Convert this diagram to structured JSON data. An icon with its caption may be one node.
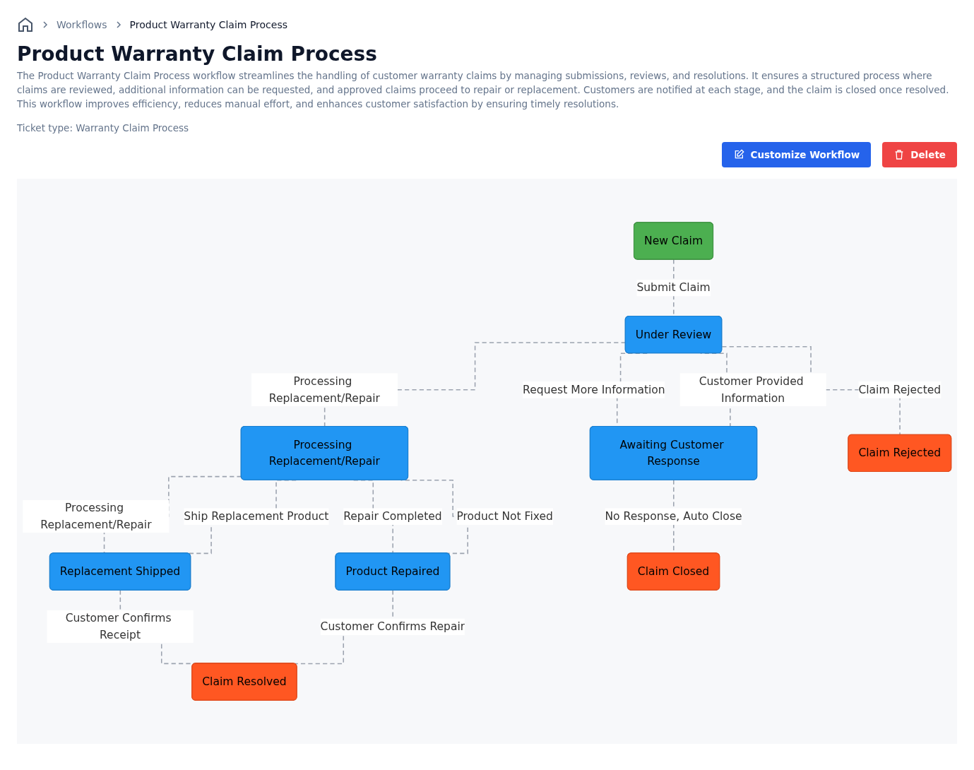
{
  "diagram": {
    "title": "Product Warranty Claim Process",
    "nodes": [
      {
        "text": [
          "New Claim"
        ]
      },
      {
        "text": [
          "Under Review"
        ]
      },
      {
        "text": [
          "Processing Replacement/Repair"
        ]
      },
      {
        "text": [
          "Awaiting Customer Response"
        ]
      },
      {
        "text": [
          "Claim Rejected"
        ]
      },
      {
        "text": [
          "Replacement Shipped"
        ]
      },
      {
        "text": [
          "Product Repaired"
        ]
      },
      {
        "text": [
          "Claim Resolved"
        ]
      },
      {
        "text": [
          "Claim Closed"
        ]
      }
    ],
    "edges": [
      {
        "from": 0,
        "to": 1,
        "arrow": "none",
        "label": "Submit Claim",
        "style": "dashed"
      },
      {
        "from": 1,
        "to": 2,
        "arrow": "none",
        "label": "Processing Replacement/Repair",
        "style": "dashed"
      },
      {
        "from": 1,
        "to": 3,
        "arrow": "none",
        "label": "Request More Information",
        "style": "dashed"
      },
      {
        "from": 3,
        "to": 1,
        "arrow": "none",
        "label": "Customer Provided Information",
        "style": "dashed"
      },
      {
        "from": 1,
        "to": 4,
        "arrow": "none",
        "label": "Claim Rejected",
        "style": "dashed"
      },
      {
        "from": 2,
        "to": 5,
        "arrow": "none",
        "label": "Processing Replacement/Repair",
        "style": "dashed"
      },
      {
        "from": 2,
        "to": 5,
        "arrow": "none",
        "label": "Ship Replacement Product",
        "style": "dashed"
      },
      {
        "from": 2,
        "to": 6,
        "arrow": "none",
        "label": "Repair Completed",
        "style": "dashed"
      },
      {
        "from": 6,
        "to": 2,
        "arrow": "none",
        "label": "Product Not Fixed",
        "style": "dashed"
      },
      {
        "from": 5,
        "to": 7,
        "arrow": "none",
        "label": "Customer Confirms Receipt",
        "style": "dashed"
      },
      {
        "from": 6,
        "to": 7,
        "arrow": "none",
        "label": "Customer Confirms Repair",
        "style": "dashed"
      },
      {
        "from": 3,
        "to": 8,
        "arrow": "none",
        "label": "No Response, Auto Close",
        "style": "dashed"
      }
    ],
    "labels": [
      "Workflows",
      "Product Warranty Claim Process",
      "The Product Warranty Claim Process workflow streamlines the handling of customer warranty claims by managing submissions, reviews, and resolutions. It ensures a structured process where claims are reviewed, additional information can be requested, and approved claims proceed to repair or replacement. Customers are notified at each stage, and the claim is closed once resolved. This workflow improves efficiency, reduces manual effort, and enhances customer satisfaction by ensuring timely resolutions.",
      "Ticket type: Warranty Claim Process",
      "Customize Workflow",
      "Delete"
    ]
  }
}
